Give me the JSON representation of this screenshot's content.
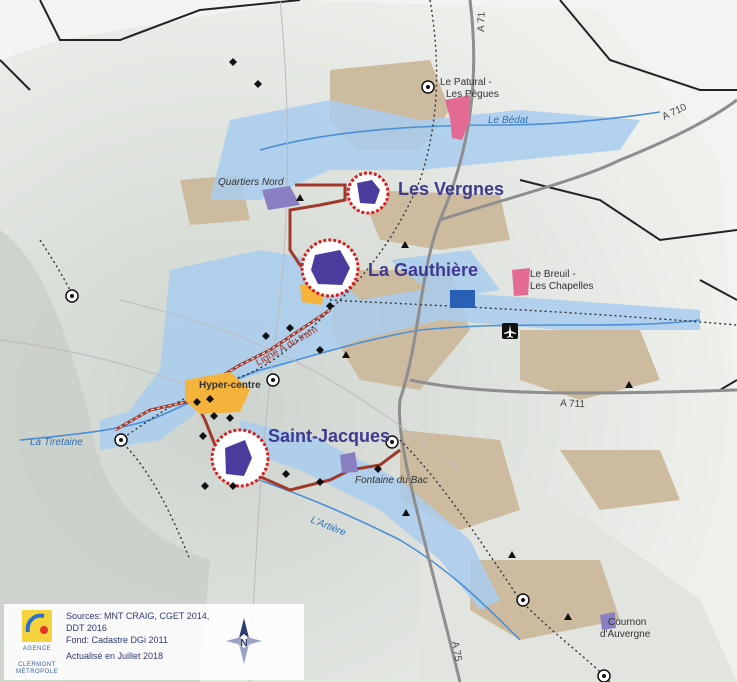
{
  "major_sites": {
    "les_vergnes": "Les Vergnes",
    "la_gauthiere": "La Gauthière",
    "saint_jacques": "Saint-Jacques"
  },
  "places": {
    "quartiers_nord": "Quartiers Nord",
    "patural_1": "Le Patural -",
    "patural_2": "Les Pègues",
    "breuil_1": "Le Breuil -",
    "breuil_2": "Les Chapelles",
    "hyper_centre": "Hyper-centre",
    "fontaine_du_bac": "Fontaine du Bac",
    "cournon_1": "Cournon",
    "cournon_2": "d'Auvergne"
  },
  "water": {
    "le_bedat": "Le Bédat",
    "la_tiretaine": "La Tiretaine",
    "l_artiere": "L'Artière"
  },
  "roads": {
    "a71": "A 71",
    "a710": "A 710",
    "a711": "A 711",
    "a75": "A 75",
    "ligne_a": "Ligne A du tram"
  },
  "legend": {
    "sources_1": "Sources: MNT CRAIG, CGET 2014,",
    "sources_2": "DDT 2016",
    "fond": "Fond: Cadastre DGi 2011",
    "updated": "Actualisé en Juillet 2018",
    "north": "N",
    "logo_1": "AGENCE",
    "logo_2": "CLERMONT",
    "logo_3": "MÉTROPOLE"
  },
  "colors": {
    "site_purple": "#4b3d9e",
    "tram_line": "#a0392b",
    "site_circle": "#d62020",
    "flood_blue": "#a9cdef",
    "urban_tan": "#cdbba0",
    "hyper_centre_yellow": "#f4b33b",
    "pink_zone": "#e26a93",
    "river": "#4b8fd6",
    "highway": "#8e8e8e"
  },
  "icons": [
    "airport-icon",
    "station-icon",
    "triangle-poi-icon",
    "diamond-poi-icon"
  ]
}
